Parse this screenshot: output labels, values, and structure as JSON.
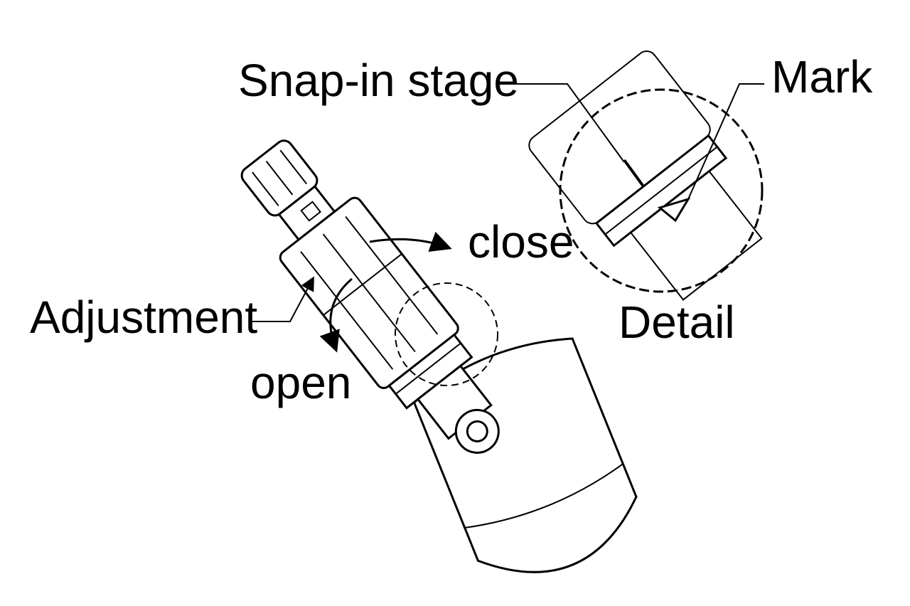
{
  "labels": {
    "snap_in_stage": "Snap-in stage",
    "mark": "Mark",
    "close": "close",
    "detail": "Detail",
    "adjustment": "Adjustment",
    "open": "open"
  }
}
